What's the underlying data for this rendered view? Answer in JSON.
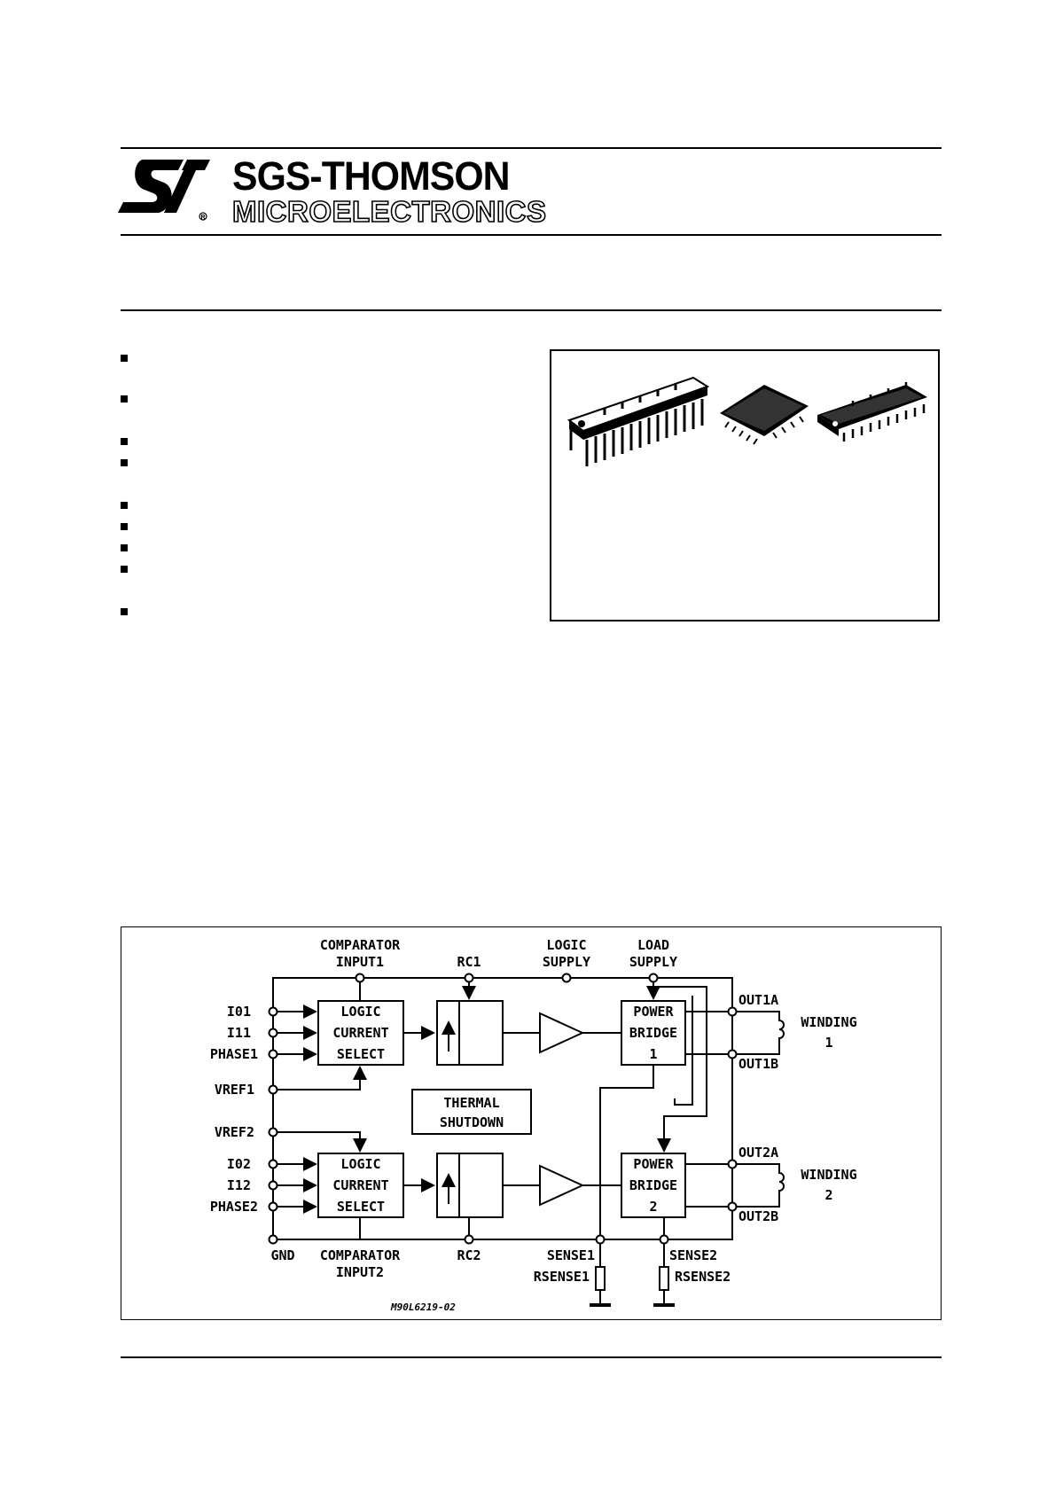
{
  "header": {
    "brand_name": "SGS-THOMSON",
    "brand_subtitle": "MICROELECTRONICS",
    "logo_icon": "st-logo-icon"
  },
  "feature_bullets_count": 9,
  "package_images": [
    "dip-package-icon",
    "plcc-package-icon",
    "so-package-icon"
  ],
  "block_diagram": {
    "top_labels": {
      "comparator_input1_l1": "COMPARATOR",
      "comparator_input1_l2": "INPUT1",
      "rc1": "RC1",
      "logic_supply_l1": "LOGIC",
      "logic_supply_l2": "SUPPLY",
      "load_supply_l1": "LOAD",
      "load_supply_l2": "SUPPLY"
    },
    "left_inputs": {
      "i01": "I01",
      "i11": "I11",
      "phase1": "PHASE1",
      "vref1": "VREF1",
      "vref2": "VREF2",
      "i02": "I02",
      "i12": "I12",
      "phase2": "PHASE2"
    },
    "blocks": {
      "logic1": [
        "LOGIC",
        "CURRENT",
        "SELECT"
      ],
      "logic2": [
        "LOGIC",
        "CURRENT",
        "SELECT"
      ],
      "power1": [
        "POWER",
        "BRIDGE",
        "1"
      ],
      "power2": [
        "POWER",
        "BRIDGE",
        "2"
      ],
      "thermal": [
        "THERMAL",
        "SHUTDOWN"
      ]
    },
    "right_outputs": {
      "out1a": "OUT1A",
      "out1b": "OUT1B",
      "out2a": "OUT2A",
      "out2b": "OUT2B",
      "winding1_l1": "WINDING",
      "winding1_l2": "1",
      "winding2_l1": "WINDING",
      "winding2_l2": "2"
    },
    "bottom_labels": {
      "gnd": "GND",
      "comparator_input2_l1": "COMPARATOR",
      "comparator_input2_l2": "INPUT2",
      "rc2": "RC2",
      "sense1": "SENSE1",
      "rsense1": "RSENSE1",
      "sense2": "SENSE2",
      "rsense2": "RSENSE2"
    },
    "figure_code": "M90L6219-02"
  }
}
